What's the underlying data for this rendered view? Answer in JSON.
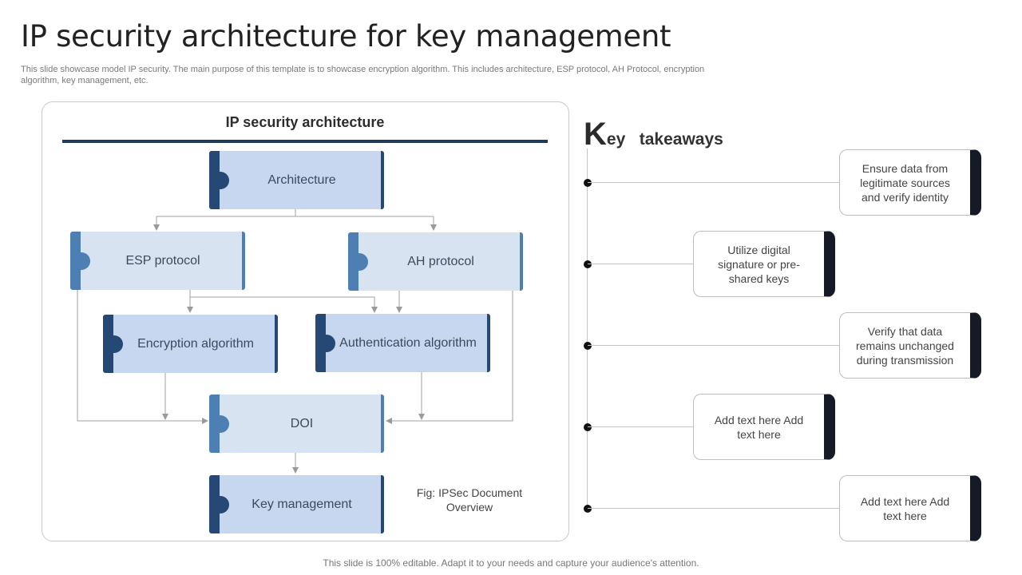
{
  "header": {
    "title": "IP security architecture for key management",
    "subtitle": "This slide showcase model IP security. The main purpose of this template is to showcase encryption algorithm. This includes architecture, ESP protocol, AH Protocol, encryption algorithm, key management, etc."
  },
  "diagram": {
    "title": "IP security architecture",
    "nodes": {
      "architecture": "Architecture",
      "esp": "ESP protocol",
      "ah": "AH protocol",
      "encryption": "Encryption algorithm",
      "authentication": "Authentication algorithm",
      "doi": "DOI",
      "key_management": "Key management"
    },
    "caption": "Fig: IPSec Document Overview",
    "colors": {
      "dark": "#264874",
      "light": "#4d7fb3",
      "rule": "#1f3b58"
    }
  },
  "takeaways": {
    "heading_initial": "K",
    "heading_rest": "ey   takeaways",
    "items": [
      "Ensure data from legitimate sources and verify identity",
      "Utilize digital signature or pre-shared keys",
      "Verify that data remains unchanged during transmission",
      "Add text here Add text here",
      "Add text here Add text here"
    ],
    "accent": "#151a26"
  },
  "footer": {
    "text": "This slide is 100% editable. Adapt it to your needs and capture your audience's attention."
  }
}
